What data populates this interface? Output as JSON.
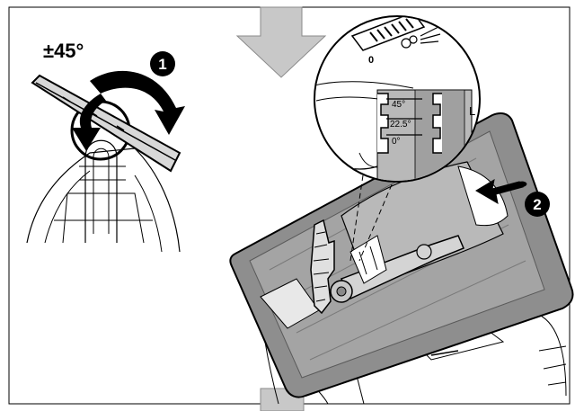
{
  "angle_label": "±45°",
  "steps": [
    {
      "number": "1"
    },
    {
      "number": "2"
    }
  ],
  "scale_marks": [
    "45°",
    "22.5°",
    "0°"
  ],
  "side_letter": "L",
  "lever_marks": [
    "0"
  ],
  "colors": {
    "frame": "#000000",
    "arrow_fill": "#c8c8c8",
    "base_plate": "#8e8e8e",
    "base_plate_light": "#b9b9b9",
    "callout_bg": "#ffffff",
    "badge_fill": "#000000",
    "badge_text": "#ffffff"
  },
  "icons": [
    "rotate-arrow-icon",
    "push-arrow-icon",
    "blow-icon"
  ]
}
